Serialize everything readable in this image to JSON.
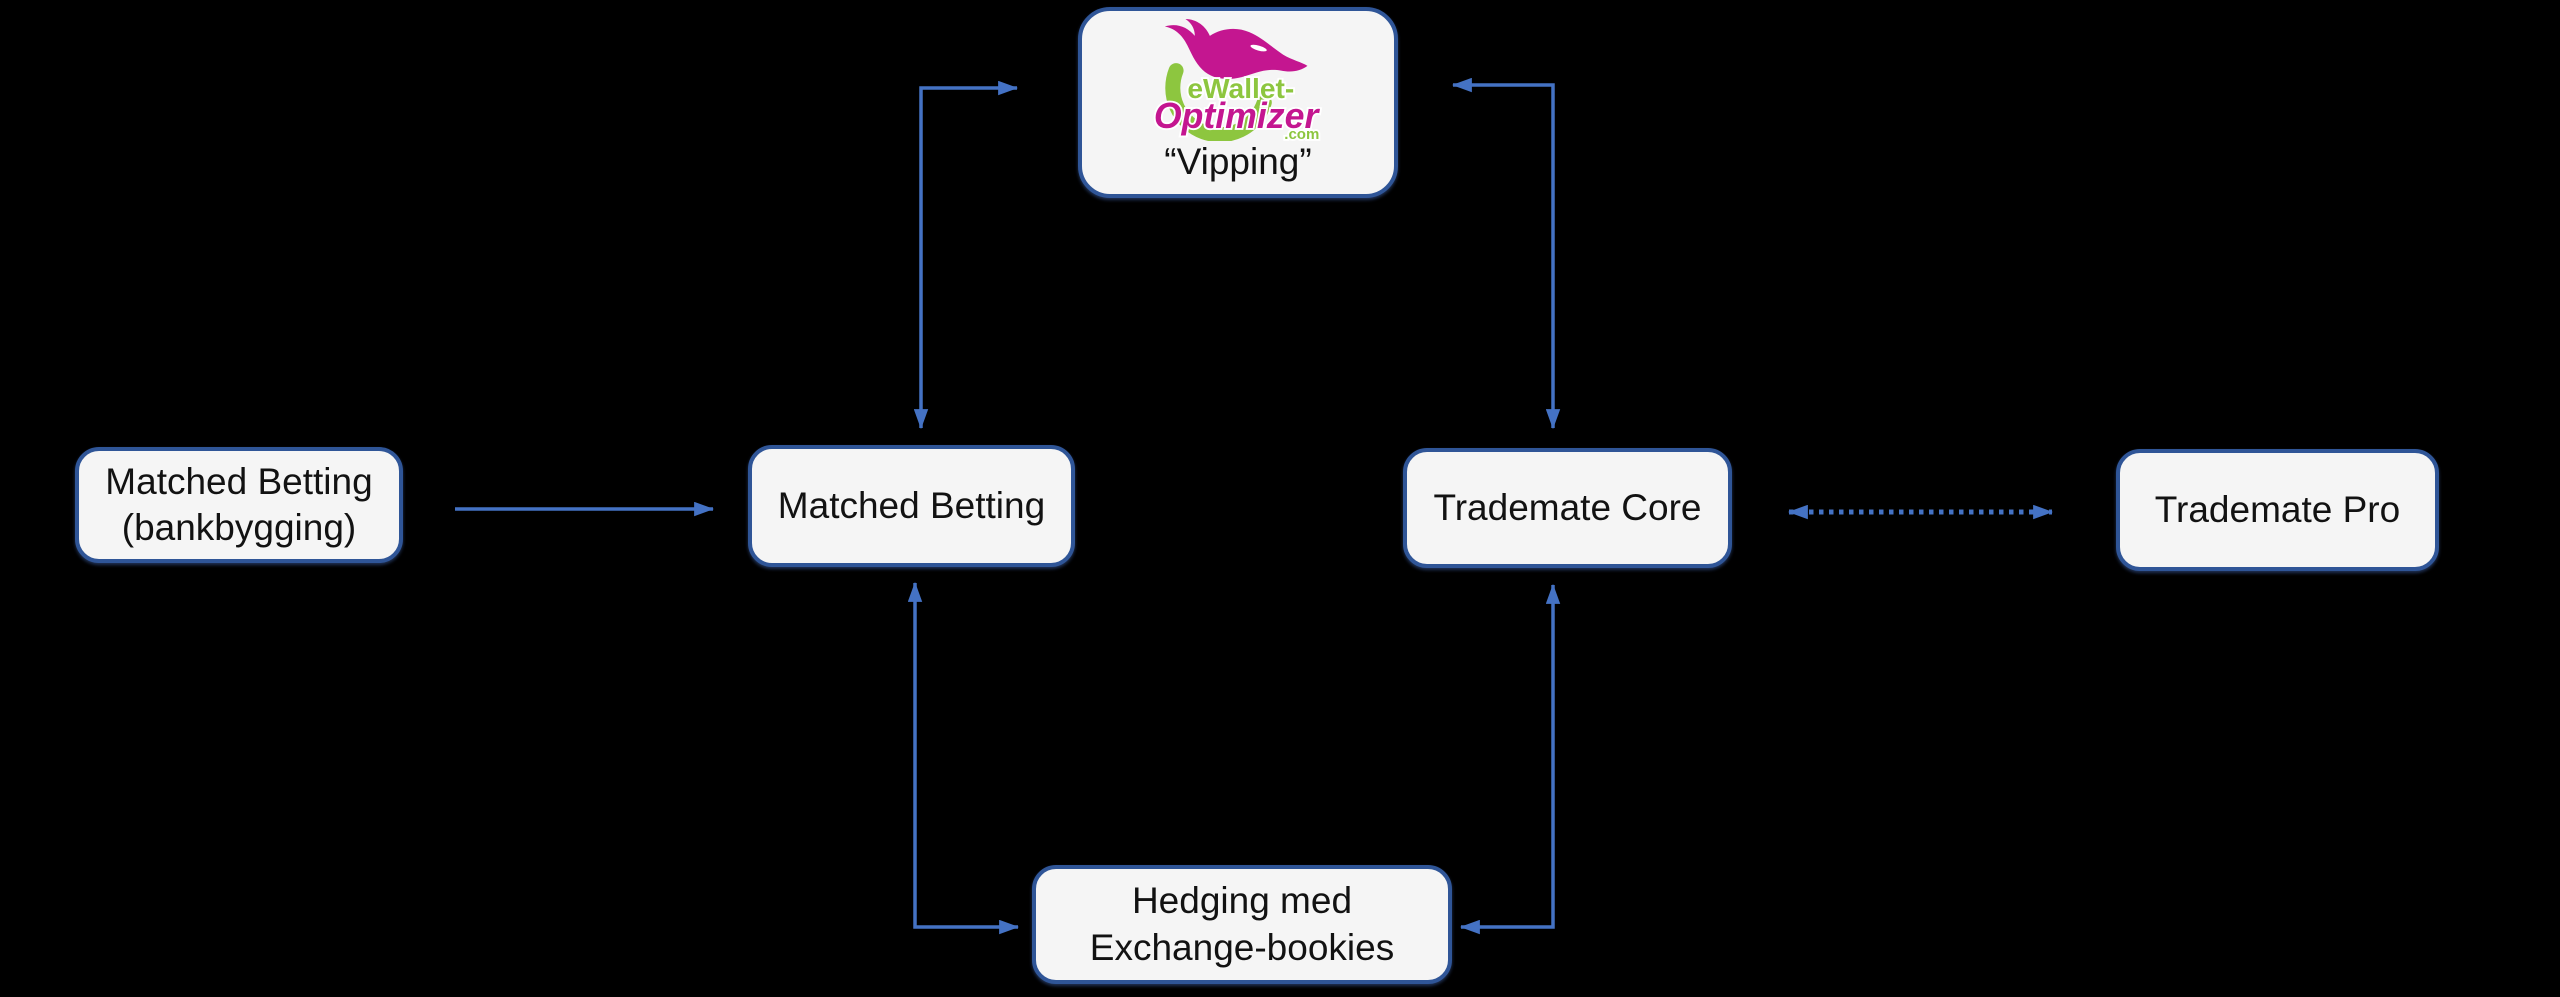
{
  "colors": {
    "background": "#000000",
    "box_fill": "#f5f5f5",
    "box_border": "#2f5597",
    "arrow_blue": "#4472c4",
    "logo_green": "#8dc63f",
    "logo_magenta": "#c41690",
    "text": "#121212"
  },
  "nodes": {
    "vipping": {
      "label": "“Vipping”",
      "logo_line1": "eWallet-",
      "logo_line2": "Optimizer",
      "logo_line3": ".com",
      "logo_icon": "bull-head-icon"
    },
    "matched_betting_bankbygging": {
      "line1": "Matched Betting",
      "line2": "(bankbygging)"
    },
    "matched_betting": {
      "label": "Matched Betting"
    },
    "trademate_core": {
      "label": "Trademate Core"
    },
    "trademate_pro": {
      "label": "Trademate Pro"
    },
    "hedging": {
      "line1": "Hedging med",
      "line2": "Exchange-bookies"
    }
  },
  "edges": [
    {
      "from": "matched-betting-bankbygging",
      "to": "matched-betting",
      "style": "solid",
      "arrowheads": "end"
    },
    {
      "from": "matched-betting",
      "to": "vipping",
      "style": "solid",
      "arrowheads": "both"
    },
    {
      "from": "vipping",
      "to": "trademate-core",
      "style": "solid",
      "arrowheads": "both"
    },
    {
      "from": "matched-betting",
      "to": "hedging-med-exchange-bookies",
      "style": "solid",
      "arrowheads": "both"
    },
    {
      "from": "trademate-core",
      "to": "hedging-med-exchange-bookies",
      "style": "solid",
      "arrowheads": "both"
    },
    {
      "from": "trademate-core",
      "to": "trademate-pro",
      "style": "dotted",
      "arrowheads": "both"
    }
  ]
}
